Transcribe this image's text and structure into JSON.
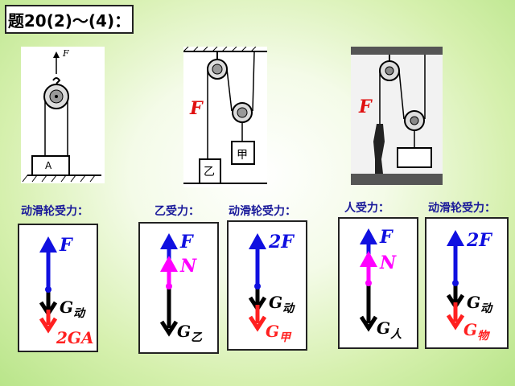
{
  "title": "题20(2)～(4)：",
  "figures": {
    "fig1": {
      "force_label": "F",
      "block_label": "A"
    },
    "fig2": {
      "force_label": "F",
      "block_left": "乙",
      "block_right": "甲"
    },
    "fig3": {
      "force_label": "F"
    }
  },
  "captions": [
    "动滑轮受力：",
    "乙受力：",
    "动滑轮受力：",
    "人受力：",
    "动滑轮受力："
  ],
  "force_diagrams": [
    {
      "up": "F",
      "down1_main": "G",
      "down1_sub": "动",
      "down2": "2GA"
    },
    {
      "up": "F",
      "mid": "N",
      "down_main": "G",
      "down_sub": "乙"
    },
    {
      "up": "2F",
      "down1_main": "G",
      "down1_sub": "动",
      "down2_main": "G",
      "down2_sub": "甲"
    },
    {
      "up": "F",
      "mid": "N",
      "down_main": "G",
      "down_sub": "人"
    },
    {
      "up": "2F",
      "down1_main": "G",
      "down1_sub": "动",
      "down2_main": "G",
      "down2_sub": "物"
    }
  ],
  "colors": {
    "blue": "#1010e0",
    "magenta": "#ff00ff",
    "red": "#ff2020",
    "black": "#000000",
    "caption": "#1a1a9a"
  }
}
